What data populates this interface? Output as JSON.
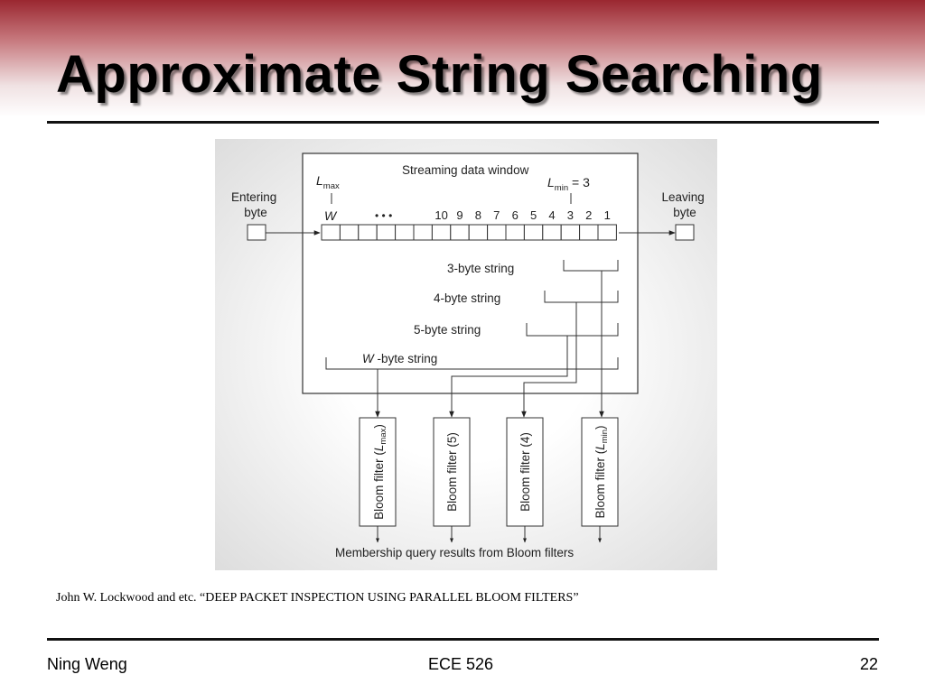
{
  "slide": {
    "title": "Approximate String Searching",
    "citation": "John W. Lockwood and etc. “DEEP PACKET INSPECTION USING PARALLEL BLOOM FILTERS”",
    "footer": {
      "author": "Ning Weng",
      "course": "ECE 526",
      "page": "22"
    }
  },
  "diagram": {
    "window_title": "Streaming data window",
    "lmax": {
      "base": "L",
      "sub": "max"
    },
    "lmin": {
      "base": "L",
      "sub": "min",
      "suffix": " = 3"
    },
    "entering_label": [
      "Entering",
      "byte"
    ],
    "leaving_label": [
      "Leaving",
      "byte"
    ],
    "w_label": "W",
    "ellipsis": "• • •",
    "byte_numbers": [
      "10",
      "9",
      "8",
      "7",
      "6",
      "5",
      "4",
      "3",
      "2",
      "1"
    ],
    "strings": {
      "s3": "3-byte string",
      "s4": "4-byte string",
      "s5": "5-byte string",
      "sw_italic": "W",
      "sw_rest": " -byte string"
    },
    "filters": [
      {
        "text": "Bloom filter (",
        "base": "L",
        "sub": "max",
        "close": ")"
      },
      {
        "text": "Bloom filter (5)"
      },
      {
        "text": "Bloom filter (4)"
      },
      {
        "text": "Bloom filter (",
        "base": "L",
        "sub": "min",
        "close": ")"
      }
    ],
    "results_label": "Membership query results from Bloom filters"
  }
}
